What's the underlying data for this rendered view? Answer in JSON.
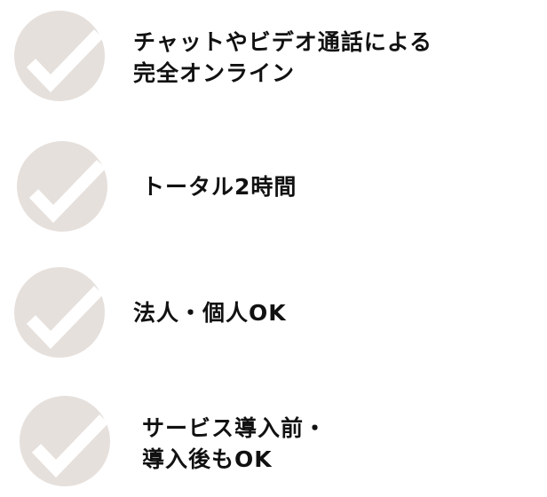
{
  "colors": {
    "circle": "#e6e0dc",
    "check": "#ffffff",
    "text": "#111111"
  },
  "items": [
    {
      "icon": "check-circle-icon",
      "lines": [
        "チャットやビデオ通話による",
        "完全オンライン"
      ]
    },
    {
      "icon": "check-circle-icon",
      "lines": [
        "トータル2時間"
      ]
    },
    {
      "icon": "check-circle-icon",
      "lines": [
        "法人・個人OK"
      ]
    },
    {
      "icon": "check-circle-icon",
      "lines": [
        "サービス導入前・",
        "導入後もOK"
      ]
    }
  ]
}
